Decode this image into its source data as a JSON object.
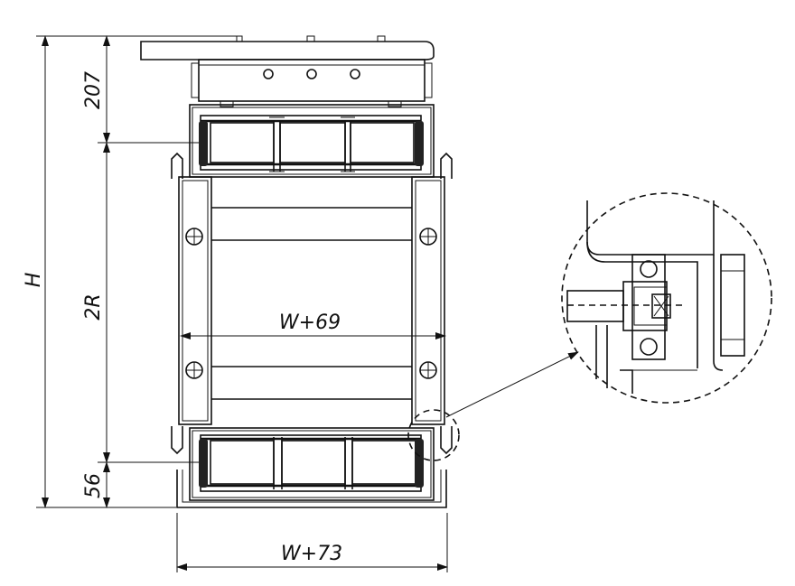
{
  "dimensions": {
    "height": "H",
    "top_section": "207",
    "roller_span": "2R",
    "bottom_section": "56",
    "inner_width": "W+69",
    "outer_width": "W+73"
  },
  "colors": {
    "line": "#111111",
    "roller": "#222222",
    "background": "#ffffff"
  }
}
